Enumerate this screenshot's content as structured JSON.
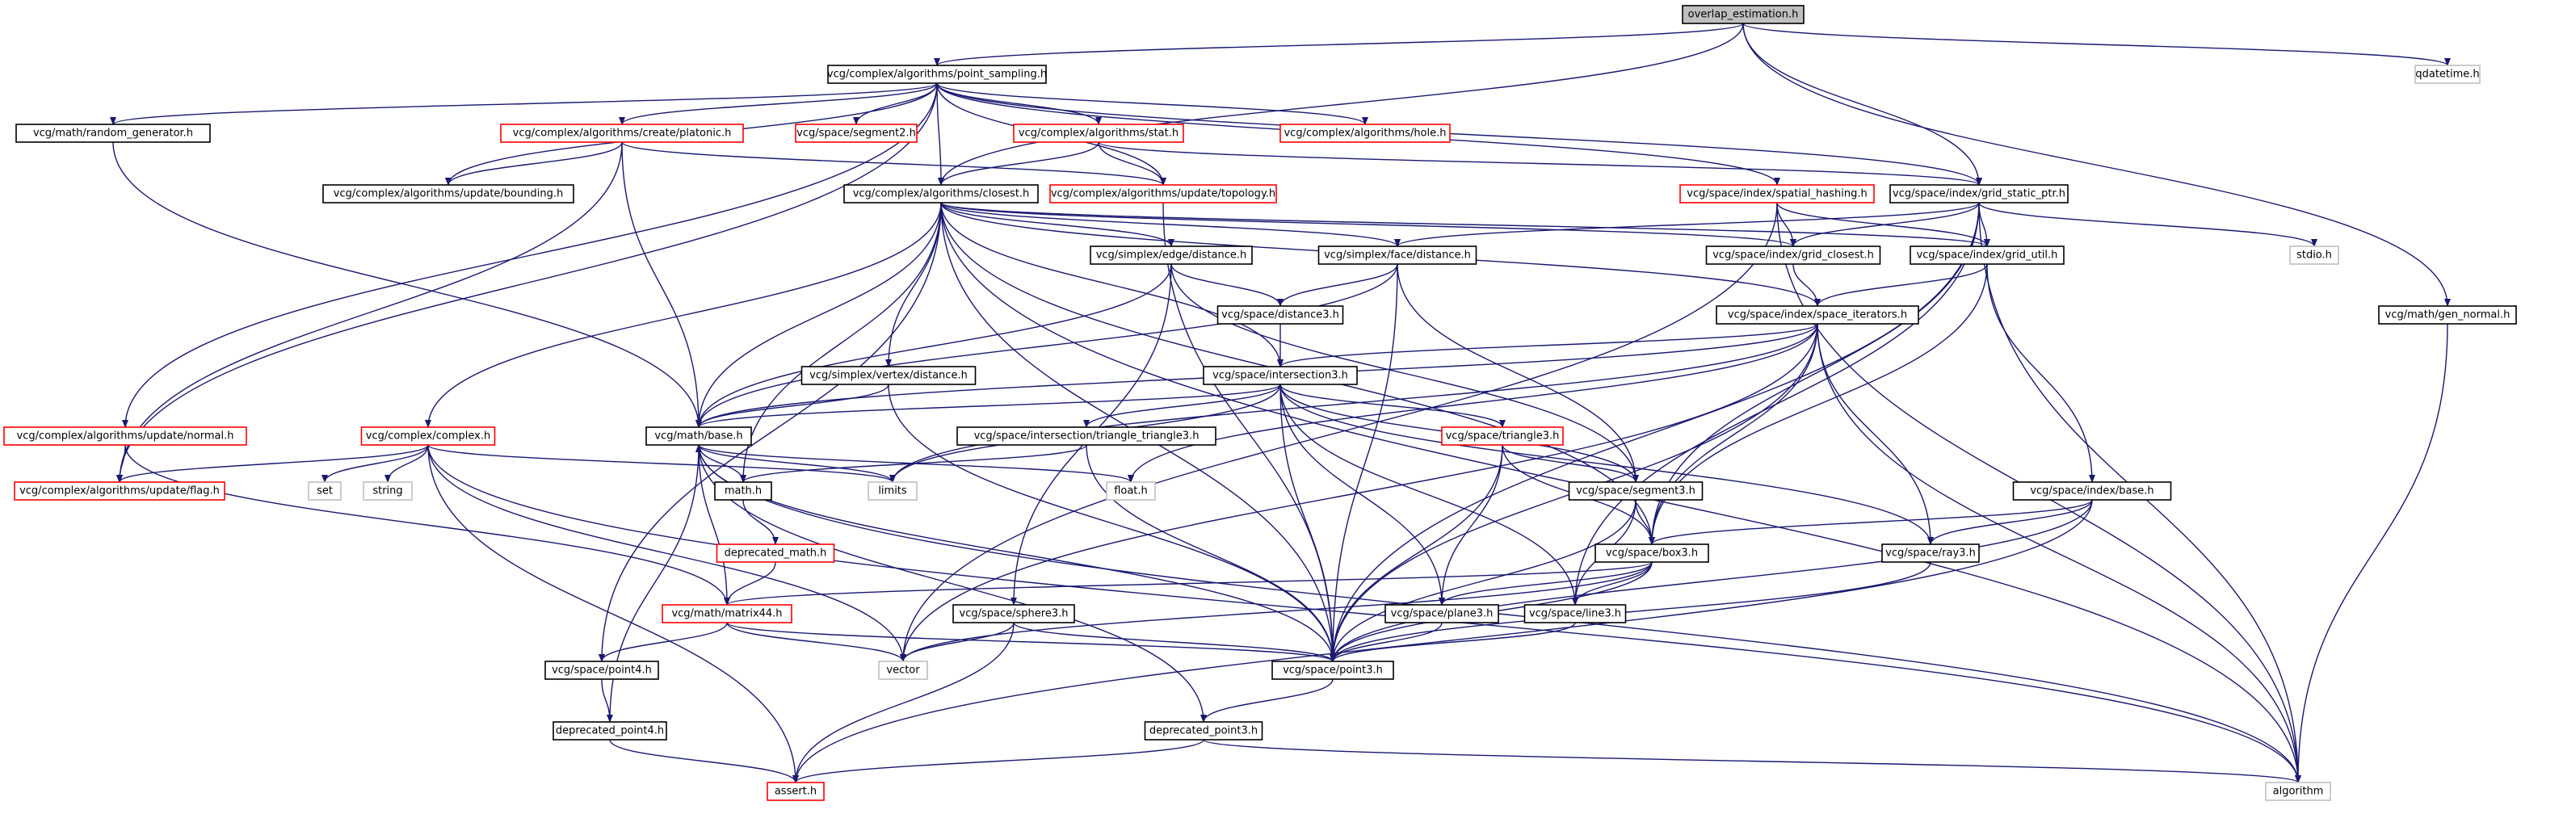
{
  "colors": {
    "edge": "#191970",
    "border_default": "#000000",
    "border_truncated": "#ff0000",
    "border_system": "#bfbfbf",
    "root_fill": "#bfbfbf",
    "node_fill": "#ffffff",
    "text": "#000000"
  },
  "nodes": [
    {
      "id": "overlap_estimation",
      "label": "overlap_estimation.h",
      "kind": "root"
    },
    {
      "id": "point_sampling",
      "label": "vcg/complex/algorithms/point_sampling.h",
      "kind": "normal"
    },
    {
      "id": "qdatetime",
      "label": "qdatetime.h",
      "kind": "system"
    },
    {
      "id": "random_generator",
      "label": "vcg/math/random_generator.h",
      "kind": "normal"
    },
    {
      "id": "platonic",
      "label": "vcg/complex/algorithms/create/platonic.h",
      "kind": "truncated"
    },
    {
      "id": "segment2",
      "label": "vcg/space/segment2.h",
      "kind": "truncated"
    },
    {
      "id": "stat",
      "label": "vcg/complex/algorithms/stat.h",
      "kind": "truncated"
    },
    {
      "id": "hole",
      "label": "vcg/complex/algorithms/hole.h",
      "kind": "truncated"
    },
    {
      "id": "bounding",
      "label": "vcg/complex/algorithms/update/bounding.h",
      "kind": "normal"
    },
    {
      "id": "closest",
      "label": "vcg/complex/algorithms/closest.h",
      "kind": "normal"
    },
    {
      "id": "topology",
      "label": "vcg/complex/algorithms/update/topology.h",
      "kind": "truncated"
    },
    {
      "id": "spatial_hashing",
      "label": "vcg/space/index/spatial_hashing.h",
      "kind": "truncated"
    },
    {
      "id": "grid_static_ptr",
      "label": "vcg/space/index/grid_static_ptr.h",
      "kind": "normal"
    },
    {
      "id": "edge_distance",
      "label": "vcg/simplex/edge/distance.h",
      "kind": "normal"
    },
    {
      "id": "face_distance",
      "label": "vcg/simplex/face/distance.h",
      "kind": "normal"
    },
    {
      "id": "grid_closest",
      "label": "vcg/space/index/grid_closest.h",
      "kind": "normal"
    },
    {
      "id": "grid_util",
      "label": "vcg/space/index/grid_util.h",
      "kind": "normal"
    },
    {
      "id": "stdio",
      "label": "stdio.h",
      "kind": "system"
    },
    {
      "id": "distance3",
      "label": "vcg/space/distance3.h",
      "kind": "normal"
    },
    {
      "id": "space_iterators",
      "label": "vcg/space/index/space_iterators.h",
      "kind": "normal"
    },
    {
      "id": "gen_normal",
      "label": "vcg/math/gen_normal.h",
      "kind": "normal"
    },
    {
      "id": "vertex_distance",
      "label": "vcg/simplex/vertex/distance.h",
      "kind": "normal"
    },
    {
      "id": "intersection3",
      "label": "vcg/space/intersection3.h",
      "kind": "normal"
    },
    {
      "id": "update_normal",
      "label": "vcg/complex/algorithms/update/normal.h",
      "kind": "truncated"
    },
    {
      "id": "complex",
      "label": "vcg/complex/complex.h",
      "kind": "truncated"
    },
    {
      "id": "math_base",
      "label": "vcg/math/base.h",
      "kind": "normal"
    },
    {
      "id": "tri_tri3",
      "label": "vcg/space/intersection/triangle_triangle3.h",
      "kind": "normal"
    },
    {
      "id": "triangle3",
      "label": "vcg/space/triangle3.h",
      "kind": "truncated"
    },
    {
      "id": "update_flag",
      "label": "vcg/complex/algorithms/update/flag.h",
      "kind": "truncated"
    },
    {
      "id": "set",
      "label": "set",
      "kind": "system"
    },
    {
      "id": "string",
      "label": "string",
      "kind": "system"
    },
    {
      "id": "math_h",
      "label": "math.h",
      "kind": "normal"
    },
    {
      "id": "limits",
      "label": "limits",
      "kind": "system"
    },
    {
      "id": "float_h",
      "label": "float.h",
      "kind": "system"
    },
    {
      "id": "segment3",
      "label": "vcg/space/segment3.h",
      "kind": "normal"
    },
    {
      "id": "index_base",
      "label": "vcg/space/index/base.h",
      "kind": "normal"
    },
    {
      "id": "deprecated_math",
      "label": "deprecated_math.h",
      "kind": "truncated"
    },
    {
      "id": "box3",
      "label": "vcg/space/box3.h",
      "kind": "normal"
    },
    {
      "id": "ray3",
      "label": "vcg/space/ray3.h",
      "kind": "normal"
    },
    {
      "id": "matrix44",
      "label": "vcg/math/matrix44.h",
      "kind": "truncated"
    },
    {
      "id": "sphere3",
      "label": "vcg/space/sphere3.h",
      "kind": "normal"
    },
    {
      "id": "plane3",
      "label": "vcg/space/plane3.h",
      "kind": "normal"
    },
    {
      "id": "line3",
      "label": "vcg/space/line3.h",
      "kind": "normal"
    },
    {
      "id": "point4",
      "label": "vcg/space/point4.h",
      "kind": "normal"
    },
    {
      "id": "vector",
      "label": "vector",
      "kind": "system"
    },
    {
      "id": "point3",
      "label": "vcg/space/point3.h",
      "kind": "normal"
    },
    {
      "id": "deprecated_point4",
      "label": "deprecated_point4.h",
      "kind": "normal"
    },
    {
      "id": "deprecated_point3",
      "label": "deprecated_point3.h",
      "kind": "normal"
    },
    {
      "id": "assert",
      "label": "assert.h",
      "kind": "truncated"
    },
    {
      "id": "algorithm",
      "label": "algorithm",
      "kind": "system"
    }
  ],
  "edges": [
    [
      "overlap_estimation",
      "point_sampling"
    ],
    [
      "overlap_estimation",
      "qdatetime"
    ],
    [
      "overlap_estimation",
      "closest"
    ],
    [
      "overlap_estimation",
      "grid_static_ptr"
    ],
    [
      "overlap_estimation",
      "gen_normal"
    ],
    [
      "point_sampling",
      "random_generator"
    ],
    [
      "point_sampling",
      "platonic"
    ],
    [
      "point_sampling",
      "segment2"
    ],
    [
      "point_sampling",
      "stat"
    ],
    [
      "point_sampling",
      "hole"
    ],
    [
      "point_sampling",
      "bounding"
    ],
    [
      "point_sampling",
      "closest"
    ],
    [
      "point_sampling",
      "topology"
    ],
    [
      "point_sampling",
      "spatial_hashing"
    ],
    [
      "point_sampling",
      "grid_static_ptr"
    ],
    [
      "point_sampling",
      "update_normal"
    ],
    [
      "point_sampling",
      "update_flag"
    ],
    [
      "random_generator",
      "math_base"
    ],
    [
      "platonic",
      "bounding"
    ],
    [
      "platonic",
      "topology"
    ],
    [
      "platonic",
      "math_base"
    ],
    [
      "platonic",
      "update_flag"
    ],
    [
      "stat",
      "closest"
    ],
    [
      "stat",
      "topology"
    ],
    [
      "stat",
      "grid_static_ptr"
    ],
    [
      "topology",
      "point3"
    ],
    [
      "closest",
      "edge_distance"
    ],
    [
      "closest",
      "face_distance"
    ],
    [
      "closest",
      "grid_closest"
    ],
    [
      "closest",
      "grid_util"
    ],
    [
      "closest",
      "space_iterators"
    ],
    [
      "closest",
      "intersection3"
    ],
    [
      "closest",
      "vertex_distance"
    ],
    [
      "closest",
      "complex"
    ],
    [
      "closest",
      "math_base"
    ],
    [
      "closest",
      "math_h"
    ],
    [
      "closest",
      "point4"
    ],
    [
      "closest",
      "point3"
    ],
    [
      "closest",
      "box3"
    ],
    [
      "closest",
      "algorithm"
    ],
    [
      "spatial_hashing",
      "grid_closest"
    ],
    [
      "spatial_hashing",
      "grid_util"
    ],
    [
      "spatial_hashing",
      "vector"
    ],
    [
      "spatial_hashing",
      "algorithm"
    ],
    [
      "grid_static_ptr",
      "face_distance"
    ],
    [
      "grid_static_ptr",
      "grid_closest"
    ],
    [
      "grid_static_ptr",
      "grid_util"
    ],
    [
      "grid_static_ptr",
      "stdio"
    ],
    [
      "grid_static_ptr",
      "box3"
    ],
    [
      "grid_static_ptr",
      "line3"
    ],
    [
      "grid_static_ptr",
      "point3"
    ],
    [
      "grid_static_ptr",
      "algorithm"
    ],
    [
      "edge_distance",
      "distance3"
    ],
    [
      "edge_distance",
      "math_base"
    ],
    [
      "edge_distance",
      "segment3"
    ],
    [
      "edge_distance",
      "sphere3"
    ],
    [
      "face_distance",
      "distance3"
    ],
    [
      "face_distance",
      "math_base"
    ],
    [
      "face_distance",
      "segment3"
    ],
    [
      "face_distance",
      "point3"
    ],
    [
      "grid_closest",
      "space_iterators"
    ],
    [
      "grid_util",
      "space_iterators"
    ],
    [
      "grid_util",
      "index_base"
    ],
    [
      "grid_util",
      "box3"
    ],
    [
      "distance3",
      "intersection3"
    ],
    [
      "space_iterators",
      "intersection3"
    ],
    [
      "space_iterators",
      "math_base"
    ],
    [
      "space_iterators",
      "limits"
    ],
    [
      "space_iterators",
      "float_h"
    ],
    [
      "space_iterators",
      "box3"
    ],
    [
      "space_iterators",
      "ray3"
    ],
    [
      "space_iterators",
      "point3"
    ],
    [
      "space_iterators",
      "vector"
    ],
    [
      "space_iterators",
      "algorithm"
    ],
    [
      "gen_normal",
      "algorithm"
    ],
    [
      "vertex_distance",
      "math_base"
    ],
    [
      "vertex_distance",
      "point3"
    ],
    [
      "intersection3",
      "tri_tri3"
    ],
    [
      "intersection3",
      "triangle3"
    ],
    [
      "intersection3",
      "segment3"
    ],
    [
      "intersection3",
      "plane3"
    ],
    [
      "intersection3",
      "line3"
    ],
    [
      "intersection3",
      "ray3"
    ],
    [
      "intersection3",
      "point3"
    ],
    [
      "intersection3",
      "limits"
    ],
    [
      "intersection3",
      "math_base"
    ],
    [
      "update_normal",
      "update_flag"
    ],
    [
      "update_normal",
      "matrix44"
    ],
    [
      "complex",
      "update_flag"
    ],
    [
      "complex",
      "set"
    ],
    [
      "complex",
      "string"
    ],
    [
      "complex",
      "limits"
    ],
    [
      "complex",
      "vector"
    ],
    [
      "complex",
      "assert"
    ],
    [
      "complex",
      "algorithm"
    ],
    [
      "math_base",
      "math_h"
    ],
    [
      "math_base",
      "limits"
    ],
    [
      "math_base",
      "float_h"
    ],
    [
      "math_base",
      "point3"
    ],
    [
      "math_base",
      "algorithm"
    ],
    [
      "tri_tri3",
      "math_h"
    ],
    [
      "tri_tri3",
      "point3"
    ],
    [
      "triangle3",
      "segment3"
    ],
    [
      "triangle3",
      "box3"
    ],
    [
      "triangle3",
      "plane3"
    ],
    [
      "triangle3",
      "point3"
    ],
    [
      "segment3",
      "box3"
    ],
    [
      "segment3",
      "line3"
    ],
    [
      "segment3",
      "point3"
    ],
    [
      "index_base",
      "box3"
    ],
    [
      "index_base",
      "ray3"
    ],
    [
      "index_base",
      "point3"
    ],
    [
      "index_base",
      "assert"
    ],
    [
      "math_h",
      "deprecated_math"
    ],
    [
      "deprecated_math",
      "matrix44"
    ],
    [
      "box3",
      "matrix44"
    ],
    [
      "box3",
      "plane3"
    ],
    [
      "box3",
      "line3"
    ],
    [
      "box3",
      "point3"
    ],
    [
      "box3",
      "vector"
    ],
    [
      "ray3",
      "point3"
    ],
    [
      "matrix44",
      "math_base"
    ],
    [
      "matrix44",
      "point4"
    ],
    [
      "matrix44",
      "vector"
    ],
    [
      "matrix44",
      "point3"
    ],
    [
      "sphere3",
      "point3"
    ],
    [
      "sphere3",
      "vector"
    ],
    [
      "sphere3",
      "assert"
    ],
    [
      "plane3",
      "point3"
    ],
    [
      "line3",
      "point3"
    ],
    [
      "point4",
      "deprecated_point4"
    ],
    [
      "deprecated_point4",
      "math_base"
    ],
    [
      "deprecated_point4",
      "assert"
    ],
    [
      "point3",
      "deprecated_point3"
    ],
    [
      "deprecated_point3",
      "math_base"
    ],
    [
      "deprecated_point3",
      "assert"
    ],
    [
      "deprecated_point3",
      "algorithm"
    ]
  ]
}
